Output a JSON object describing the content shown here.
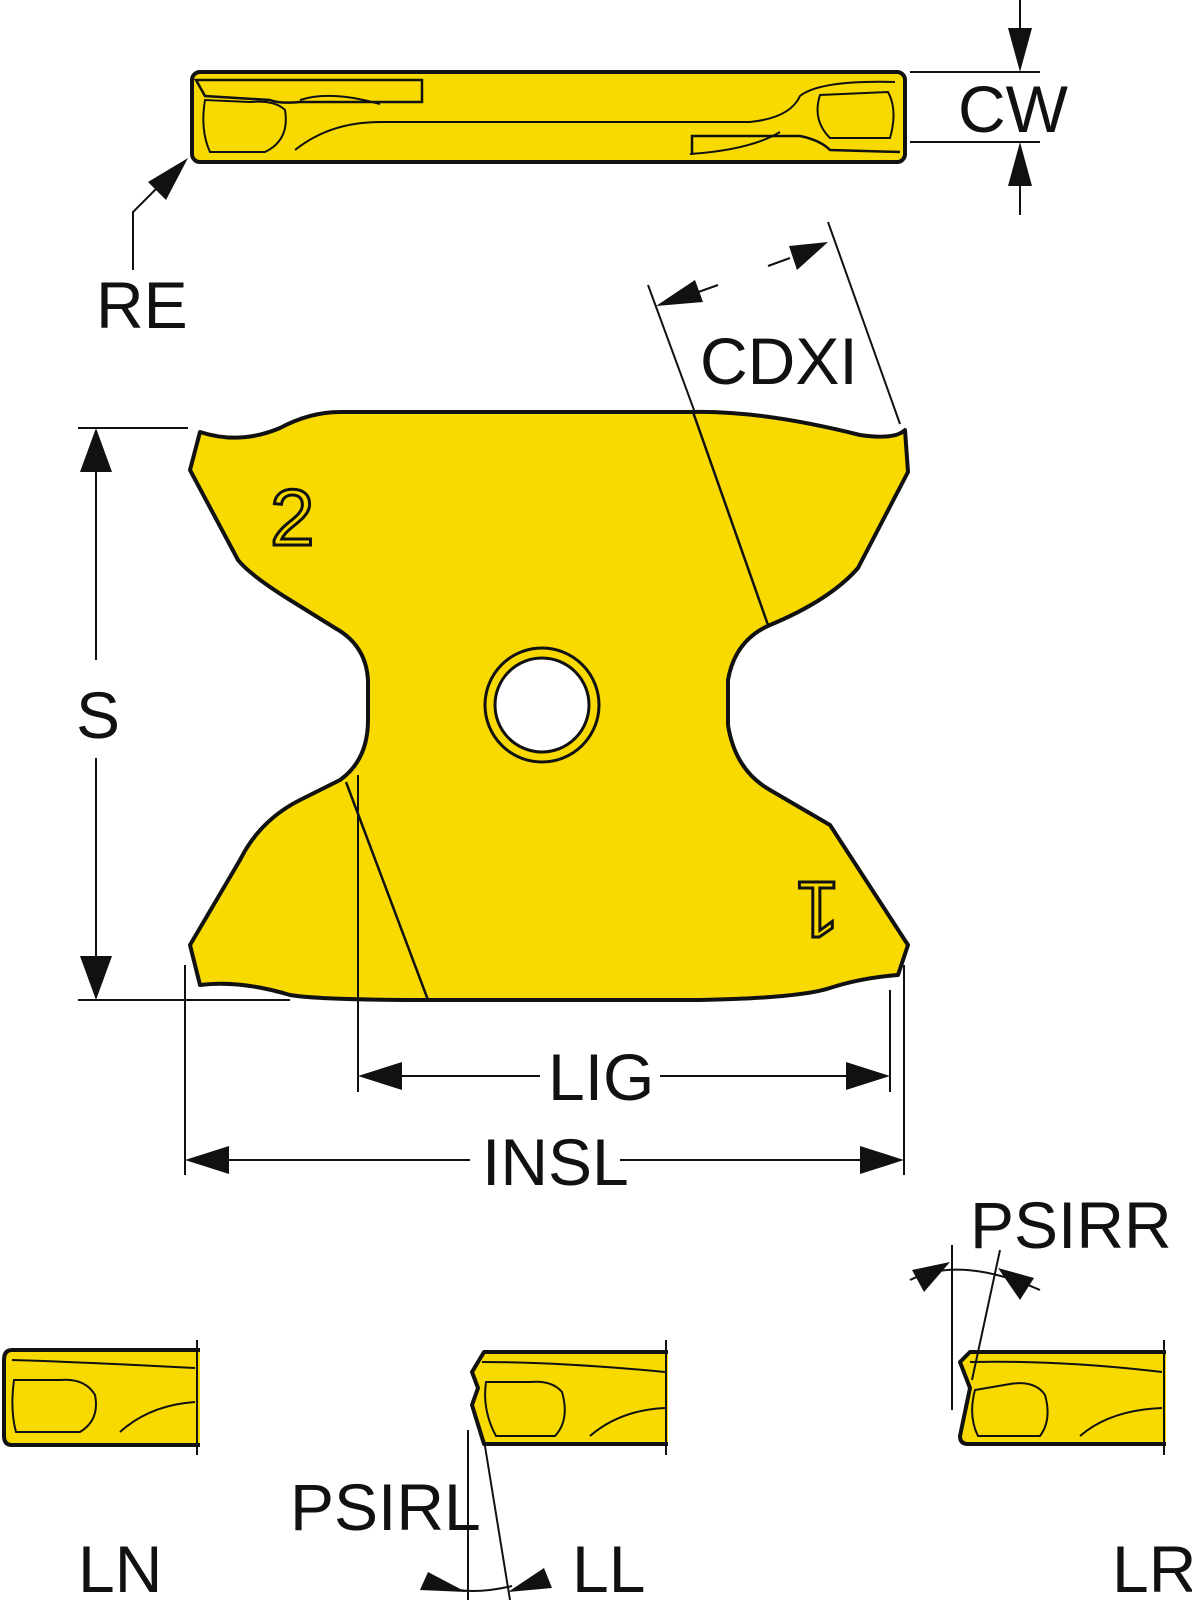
{
  "labels": {
    "cw": "CW",
    "re": "RE",
    "cdxi": "CDXI",
    "s": "S",
    "lig": "LIG",
    "insl": "INSL",
    "psirr": "PSIRR",
    "psirl": "PSIRL",
    "ln": "LN",
    "ll": "LL",
    "lr": "LR"
  },
  "insert_markings": {
    "edge_2": "2",
    "edge_1": "1"
  },
  "colors": {
    "insert": "#F8DA00",
    "outline": "#111111"
  }
}
